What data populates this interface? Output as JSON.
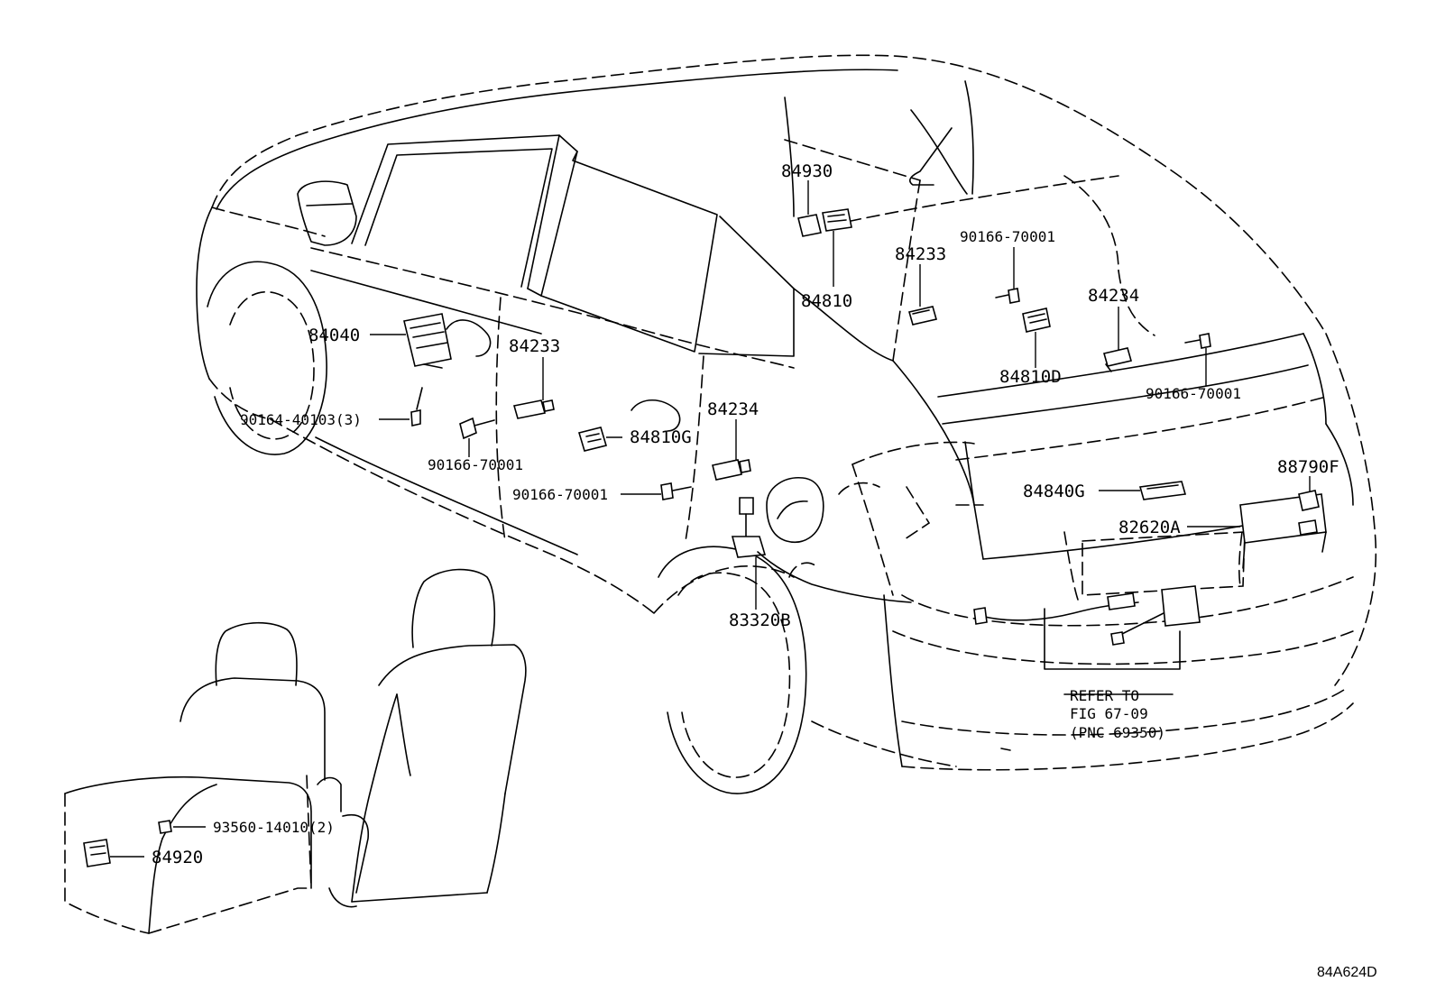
{
  "figure_id": "84A624D",
  "callouts": {
    "p84930": "84930",
    "p84810": "84810",
    "p90166_top": "90166-70001",
    "p84233_top": "84233",
    "p84234_top": "84234",
    "p84810D": "84810D",
    "p90166_right": "90166-70001",
    "p84040": "84040",
    "p84233_mid": "84233",
    "p90164": "90164-40103(3)",
    "p90166_left": "90166-70001",
    "p84810G": "84810G",
    "p84234_mid": "84234",
    "p90166_mid": "90166-70001",
    "p88790F": "88790F",
    "p84840G": "84840G",
    "p82620A": "82620A",
    "p83320B": "83320B",
    "p93560": "93560-14010(2)",
    "p84920": "84920"
  },
  "reference_note": {
    "line1": "REFER TO",
    "line2": "FIG 67-09",
    "line3": "(PNC 69350)"
  }
}
